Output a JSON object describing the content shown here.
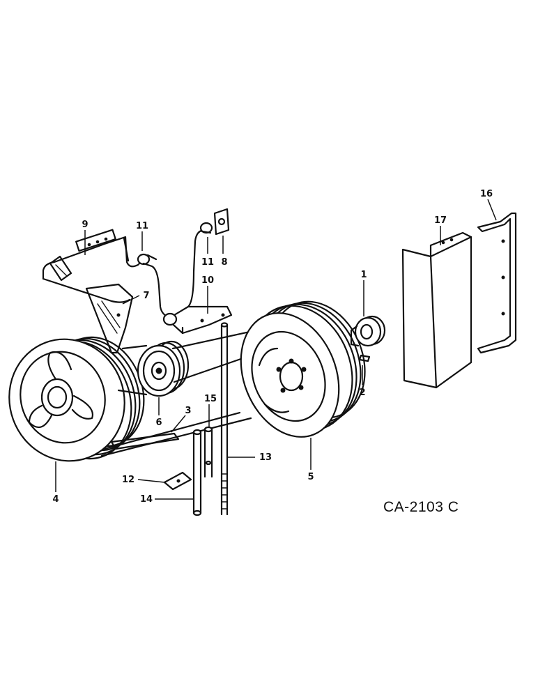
{
  "diagram": {
    "callouts": {
      "c1": "1",
      "c2": "2",
      "c3": "3",
      "c4": "4",
      "c5": "5",
      "c6": "6",
      "c7": "7",
      "c8": "8",
      "c9": "9",
      "c10": "10",
      "c11a": "11",
      "c11b": "11",
      "c12": "12",
      "c13": "13",
      "c14": "14",
      "c15": "15",
      "c16": "16",
      "c17": "17"
    },
    "drawing_code": "CA-2103 C"
  }
}
